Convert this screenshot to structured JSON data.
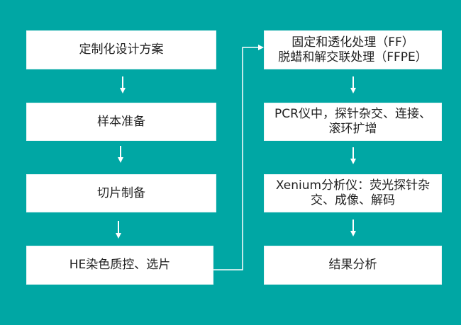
{
  "diagram": {
    "type": "flowchart",
    "colors": {
      "background": "#00A7A4",
      "box": "#FFFFFF",
      "text": "#222222",
      "arrow": "#FFFFFF"
    },
    "left_column": [
      {
        "id": "s1",
        "lines": [
          "定制化设计方案"
        ]
      },
      {
        "id": "s2",
        "lines": [
          "样本准备"
        ]
      },
      {
        "id": "s3",
        "lines": [
          "切片制备"
        ]
      },
      {
        "id": "s4",
        "lines": [
          "HE染色质控、选片"
        ]
      }
    ],
    "right_column": [
      {
        "id": "s5",
        "lines": [
          "固定和透化处理（FF）",
          "脱蜡和解交联处理（FFPE）"
        ]
      },
      {
        "id": "s6",
        "lines": [
          "PCR仪中，探针杂交、连接、",
          "滚环扩增"
        ]
      },
      {
        "id": "s7",
        "lines": [
          "Xenium分析仪：荧光探针杂",
          "交、成像、解码"
        ]
      },
      {
        "id": "s8",
        "lines": [
          "结果分析"
        ]
      }
    ],
    "edges": [
      [
        "s1",
        "s2"
      ],
      [
        "s2",
        "s3"
      ],
      [
        "s3",
        "s4"
      ],
      [
        "s4",
        "s5"
      ],
      [
        "s5",
        "s6"
      ],
      [
        "s6",
        "s7"
      ],
      [
        "s7",
        "s8"
      ]
    ]
  }
}
